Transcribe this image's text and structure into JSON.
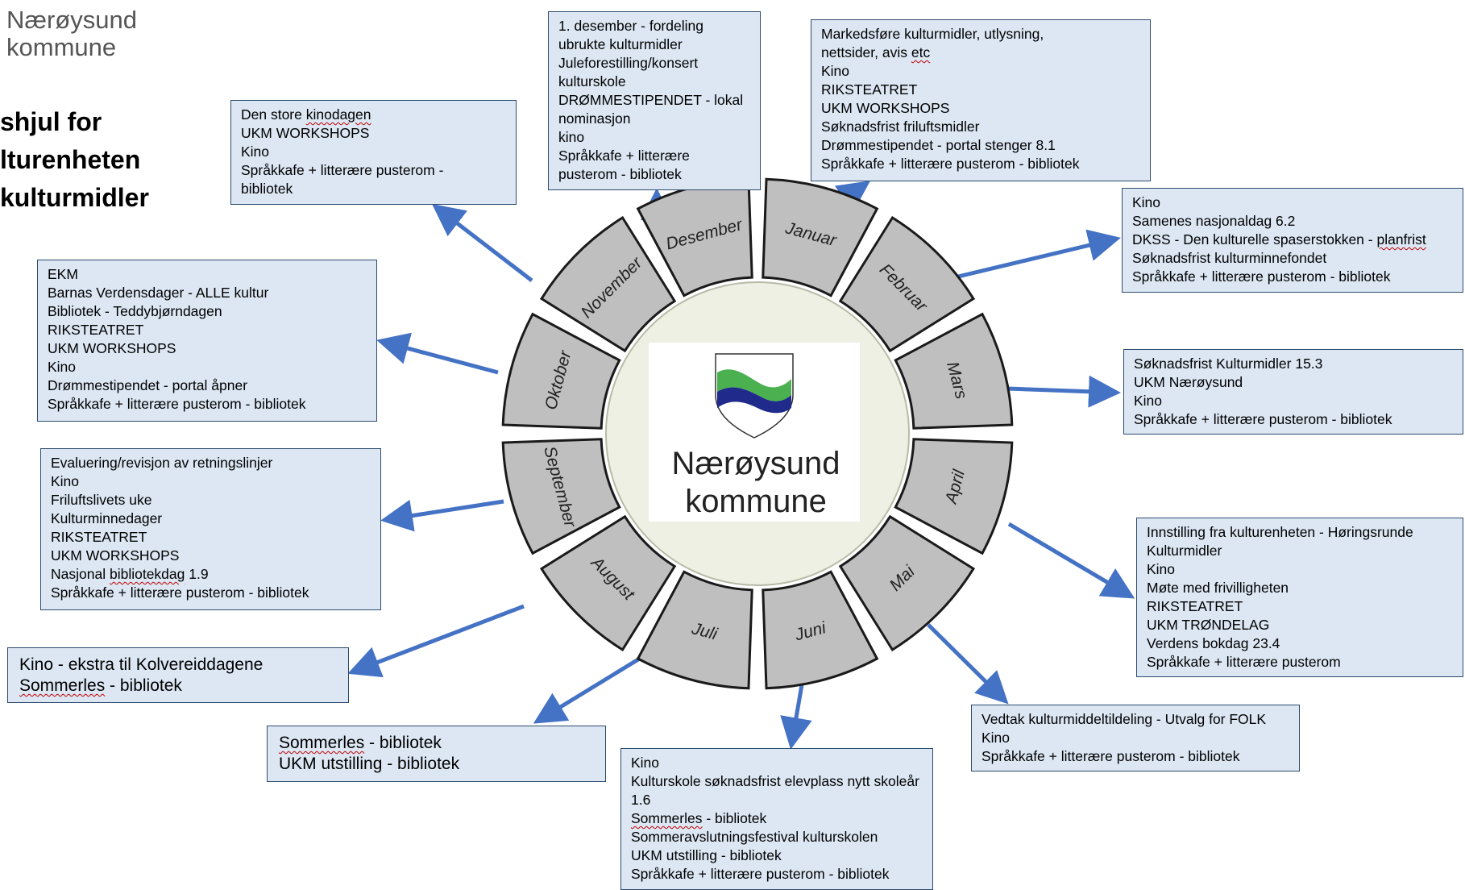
{
  "header": {
    "logo_line1": "Nærøysund",
    "logo_line2": "kommune",
    "title_lines": [
      "shjul for",
      "lturenheten",
      "kulturmidler"
    ]
  },
  "center": {
    "name_line1": "Nærøysund",
    "name_line2": "kommune",
    "shield_colors": {
      "green": "#4bb04f",
      "blue": "#1f2a8a"
    }
  },
  "months": [
    "Januar",
    "Februar",
    "Mars",
    "April",
    "Mai",
    "Juni",
    "Juli",
    "August",
    "September",
    "Oktober",
    "November",
    "Desember"
  ],
  "boxes": {
    "desember": [
      "1. desember - fordeling",
      "ubrukte kulturmidler",
      "Juleforestilling/konsert",
      "kulturskole",
      "DRØMMESTIPENDET - lokal",
      "nominasjon",
      "kino",
      "Språkkafe + litterære",
      "pusterom - bibliotek"
    ],
    "januar": [
      "Markedsføre kulturmidler, utlysning,",
      "nettsider, avis etc",
      "Kino",
      "RIKSTEATRET",
      "UKM WORKSHOPS",
      "Søknadsfrist friluftsmidler",
      "Drømmestipendet - portal stenger 8.1",
      "Språkkafe + litterære pusterom - bibliotek"
    ],
    "november": [
      "Den store kinodagen",
      "UKM WORKSHOPS",
      "Kino",
      "Språkkafe + litterære pusterom -",
      "bibliotek"
    ],
    "februar": [
      "Kino",
      "Samenes nasjonaldag 6.2",
      "DKSS - Den kulturelle spaserstokken - planfrist",
      "Søknadsfrist kulturminnefondet",
      "Språkkafe + litterære pusterom - bibliotek"
    ],
    "oktober": [
      "EKM",
      "Barnas Verdensdager - ALLE kultur",
      "Bibliotek - Teddybjørndagen",
      "RIKSTEATRET",
      "UKM WORKSHOPS",
      "Kino",
      "Drømmestipendet - portal åpner",
      "Språkkafe + litterære pusterom - bibliotek"
    ],
    "mars": [
      "Søknadsfrist Kulturmidler 15.3",
      "UKM Nærøysund",
      "Kino",
      "Språkkafe + litterære pusterom - bibliotek"
    ],
    "september": [
      "Evaluering/revisjon av retningslinjer",
      "Kino",
      "Friluftslivets uke",
      "Kulturminnedager",
      "RIKSTEATRET",
      "UKM WORKSHOPS",
      "Nasjonal bibliotekdag 1.9",
      "Språkkafe + litterære pusterom - bibliotek"
    ],
    "april": [
      "Innstilling fra kulturenheten - Høringsrunde",
      "Kulturmidler",
      "Kino",
      "Møte med frivilligheten",
      "RIKSTEATRET",
      "UKM TRØNDELAG",
      "Verdens bokdag 23.4",
      "Språkkafe + litterære pusterom"
    ],
    "august": [
      "Kino - ekstra til Kolvereiddagene",
      "Sommerles - bibliotek"
    ],
    "mai": [
      "Vedtak kulturmiddeltildeling - Utvalg for FOLK",
      "Kino",
      "Språkkafe + litterære pusterom - bibliotek"
    ],
    "juli": [
      "Sommerles - bibliotek",
      "UKM utstilling - bibliotek"
    ],
    "juni": [
      "Kino",
      "Kulturskole søknadsfrist elevplass nytt skoleår",
      "1.6",
      "Sommerles - bibliotek",
      "Sommeravslutningsfestival kulturskolen",
      "UKM utstilling - bibliotek",
      "Språkkafe + litterære pusterom - bibliotek"
    ]
  },
  "colors": {
    "box_fill": "#dce7f3",
    "box_border": "#2c4a6e",
    "arrow": "#4472c4",
    "segment_fill": "#bfbfbf",
    "center_fill": "#eef0e4"
  }
}
